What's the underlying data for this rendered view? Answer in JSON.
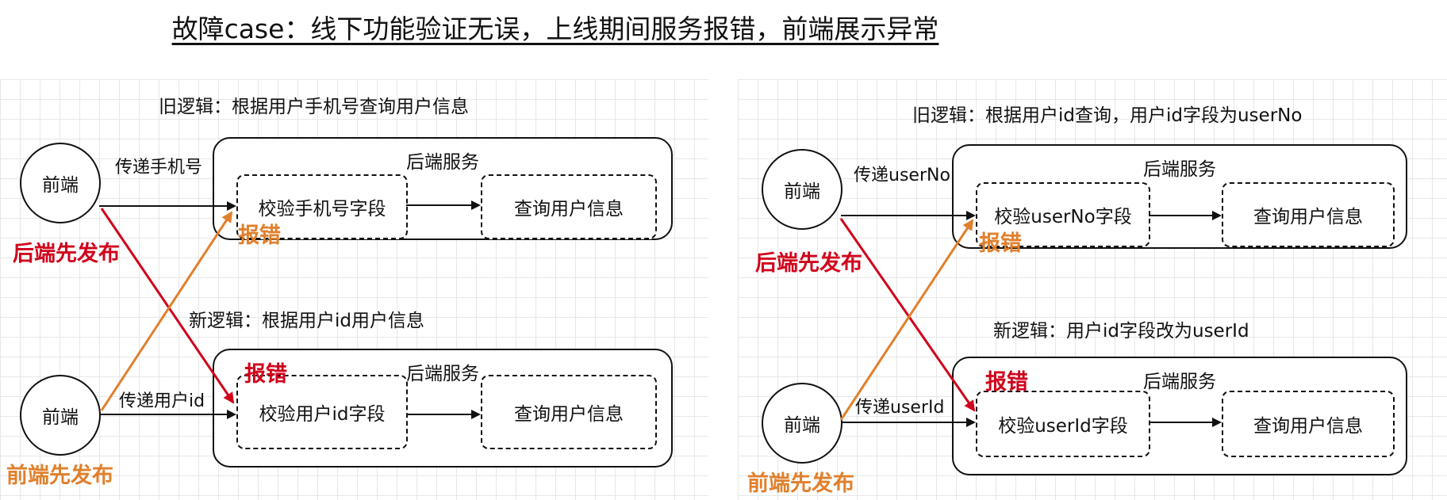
{
  "title": "故障case：线下功能验证无误，上线期间服务报错，前端展示异常",
  "colors": {
    "backend_first": "#d0021b",
    "frontend_first": "#e0802c",
    "grid": "#e7e7e7"
  },
  "left": {
    "old_logic": "旧逻辑：根据用户手机号查询用户信息",
    "new_logic": "新逻辑：根据用户id用户信息",
    "frontend_top": "前端",
    "frontend_bottom": "前端",
    "pass_top": "传递手机号",
    "pass_bottom": "传递用户id",
    "old_service": {
      "title": "后端服务",
      "validate": "校验手机号字段",
      "query": "查询用户信息"
    },
    "new_service": {
      "title": "后端服务",
      "validate": "校验用户id字段",
      "query": "查询用户信息"
    },
    "error_orange": "报错",
    "error_red": "报错",
    "backend_first": "后端先发布",
    "frontend_first": "前端先发布"
  },
  "right": {
    "old_logic": "旧逻辑：根据用户id查询，用户id字段为userNo",
    "new_logic": "新逻辑：用户id字段改为userId",
    "frontend_top": "前端",
    "frontend_bottom": "前端",
    "pass_top": "传递userNo",
    "pass_bottom": "传递userId",
    "old_service": {
      "title": "后端服务",
      "validate": "校验userNo字段",
      "query": "查询用户信息"
    },
    "new_service": {
      "title": "后端服务",
      "validate": "校验userId字段",
      "query": "查询用户信息"
    },
    "error_orange": "报错",
    "error_red": "报错",
    "backend_first": "后端先发布",
    "frontend_first": "前端先发布"
  }
}
